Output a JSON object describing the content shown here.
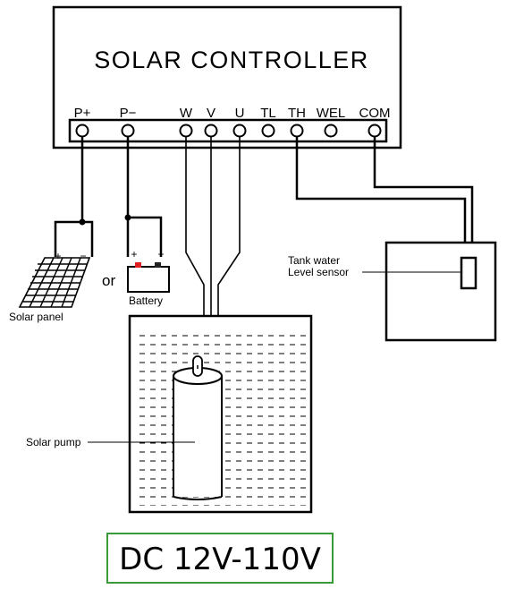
{
  "controller": {
    "title": "SOLAR CONTROLLER",
    "terminals": [
      "P+",
      "P−",
      "W",
      "V",
      "U",
      "TL",
      "TH",
      "WEL",
      "COM"
    ]
  },
  "components": {
    "solar_panel": {
      "label": "Solar panel",
      "plus": "+",
      "minus": "−"
    },
    "or_text": "or",
    "battery": {
      "label": "Battery",
      "plus": "+",
      "minus": "−"
    },
    "solar_pump": {
      "label": "Solar pump"
    },
    "tank_sensor": {
      "line1": "Tank water",
      "line2": "Level sensor"
    }
  },
  "voltage_badge": {
    "text": "DC 12V-110V",
    "border_color": "#3a9a3a"
  },
  "colors": {
    "line": "#000000",
    "battery_plus": "#e02020",
    "battery_minus": "#222222"
  }
}
